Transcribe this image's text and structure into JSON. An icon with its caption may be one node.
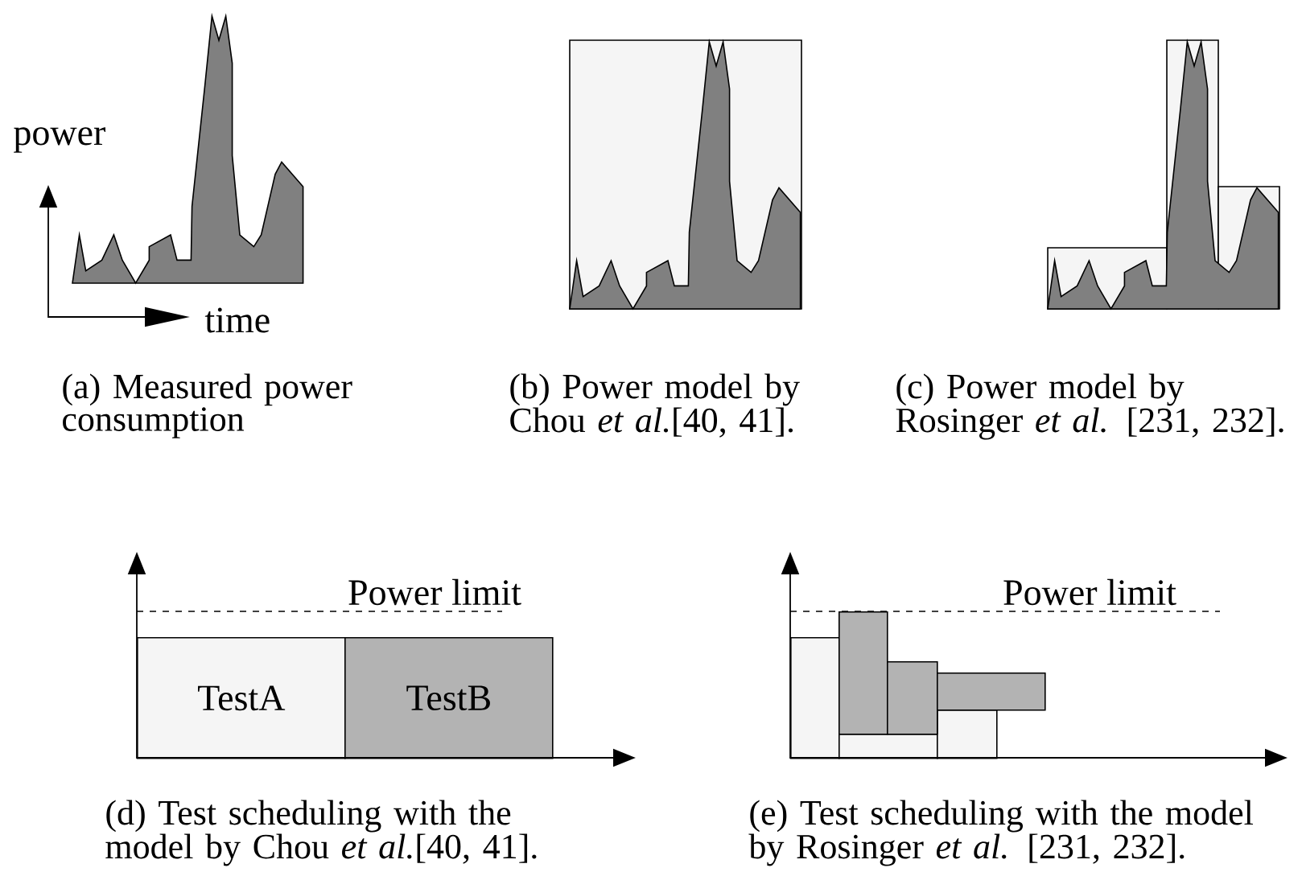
{
  "diagram": {
    "nodes": [
      {
        "text": [
          "TestA"
        ]
      },
      {
        "text": [
          "TestB"
        ]
      },
      {
        "text": [],
        "shape": "box"
      },
      {
        "text": [],
        "shape": "box"
      },
      {
        "text": [],
        "shape": "box"
      },
      {
        "text": [],
        "shape": "box"
      },
      {
        "text": [],
        "shape": "box"
      },
      {
        "text": [],
        "shape": "box"
      }
    ],
    "labels": [
      "power",
      "time",
      "(a) Measured power consumption",
      "(b) Power model by Chou *et al.*[40, 41].",
      "(c) Power model by Rosinger *et al.* [231, 232].",
      "Power limit",
      "(d) Test scheduling with the model by Chou *et al.*[40, 41].",
      "Power limit",
      "(e) Test scheduling with the model by Rosinger *et al.* [231, 232]."
    ]
  }
}
